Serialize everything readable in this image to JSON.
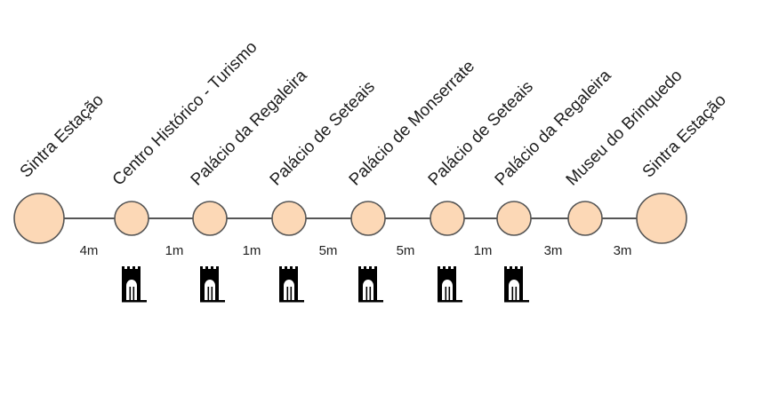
{
  "route": {
    "stops": [
      {
        "label": "Sintra Estação",
        "size": "large",
        "monument": false
      },
      {
        "label": "Centro Histórico - Turismo",
        "size": "small",
        "monument": true
      },
      {
        "label": "Palácio da Regaleira",
        "size": "small",
        "monument": true
      },
      {
        "label": "Palácio de Seteais",
        "size": "small",
        "monument": true
      },
      {
        "label": "Palácio de Monserrate",
        "size": "small",
        "monument": true
      },
      {
        "label": "Palácio de Seteais",
        "size": "small",
        "monument": true
      },
      {
        "label": "Palácio da Regaleira",
        "size": "small",
        "monument": true
      },
      {
        "label": "Museu do Brinquedo",
        "size": "small",
        "monument": false
      },
      {
        "label": "Sintra Estação",
        "size": "large",
        "monument": false
      }
    ],
    "segments": [
      "4m",
      "1m",
      "1m",
      "5m",
      "5m",
      "1m",
      "3m",
      "3m"
    ],
    "colors": {
      "stop_fill": "#fcd8b6",
      "stop_stroke": "#555555",
      "line": "#555555",
      "icon": "#000000"
    },
    "monument_icon": "castle-tower-icon"
  }
}
